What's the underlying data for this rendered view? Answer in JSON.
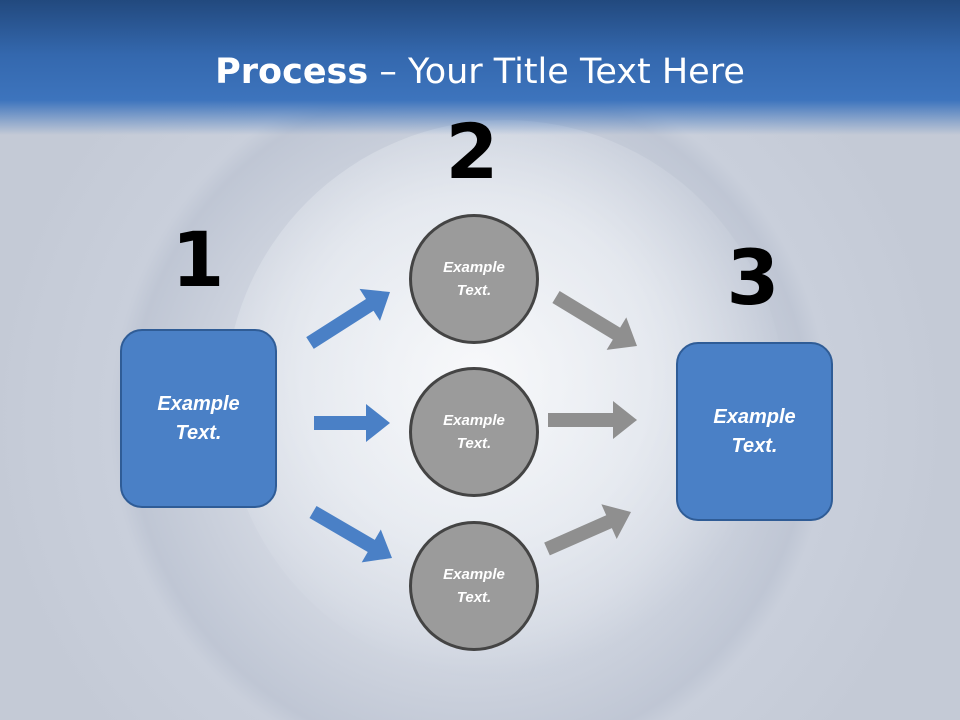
{
  "title": {
    "bold": "Process",
    "rest": " – Your Title Text Here"
  },
  "steps": [
    {
      "number": "1"
    },
    {
      "number": "2"
    },
    {
      "number": "3"
    }
  ],
  "left_box": {
    "line1": "Example",
    "line2": "Text."
  },
  "right_box": {
    "line1": "Example",
    "line2": "Text."
  },
  "circles": [
    {
      "line1": "Example",
      "line2": "Text."
    },
    {
      "line1": "Example",
      "line2": "Text."
    },
    {
      "line1": "Example",
      "line2": "Text."
    }
  ],
  "colors": {
    "blue": "#4a80c6",
    "grey": "#8f8f8f",
    "title_bar": "#3468ae"
  }
}
